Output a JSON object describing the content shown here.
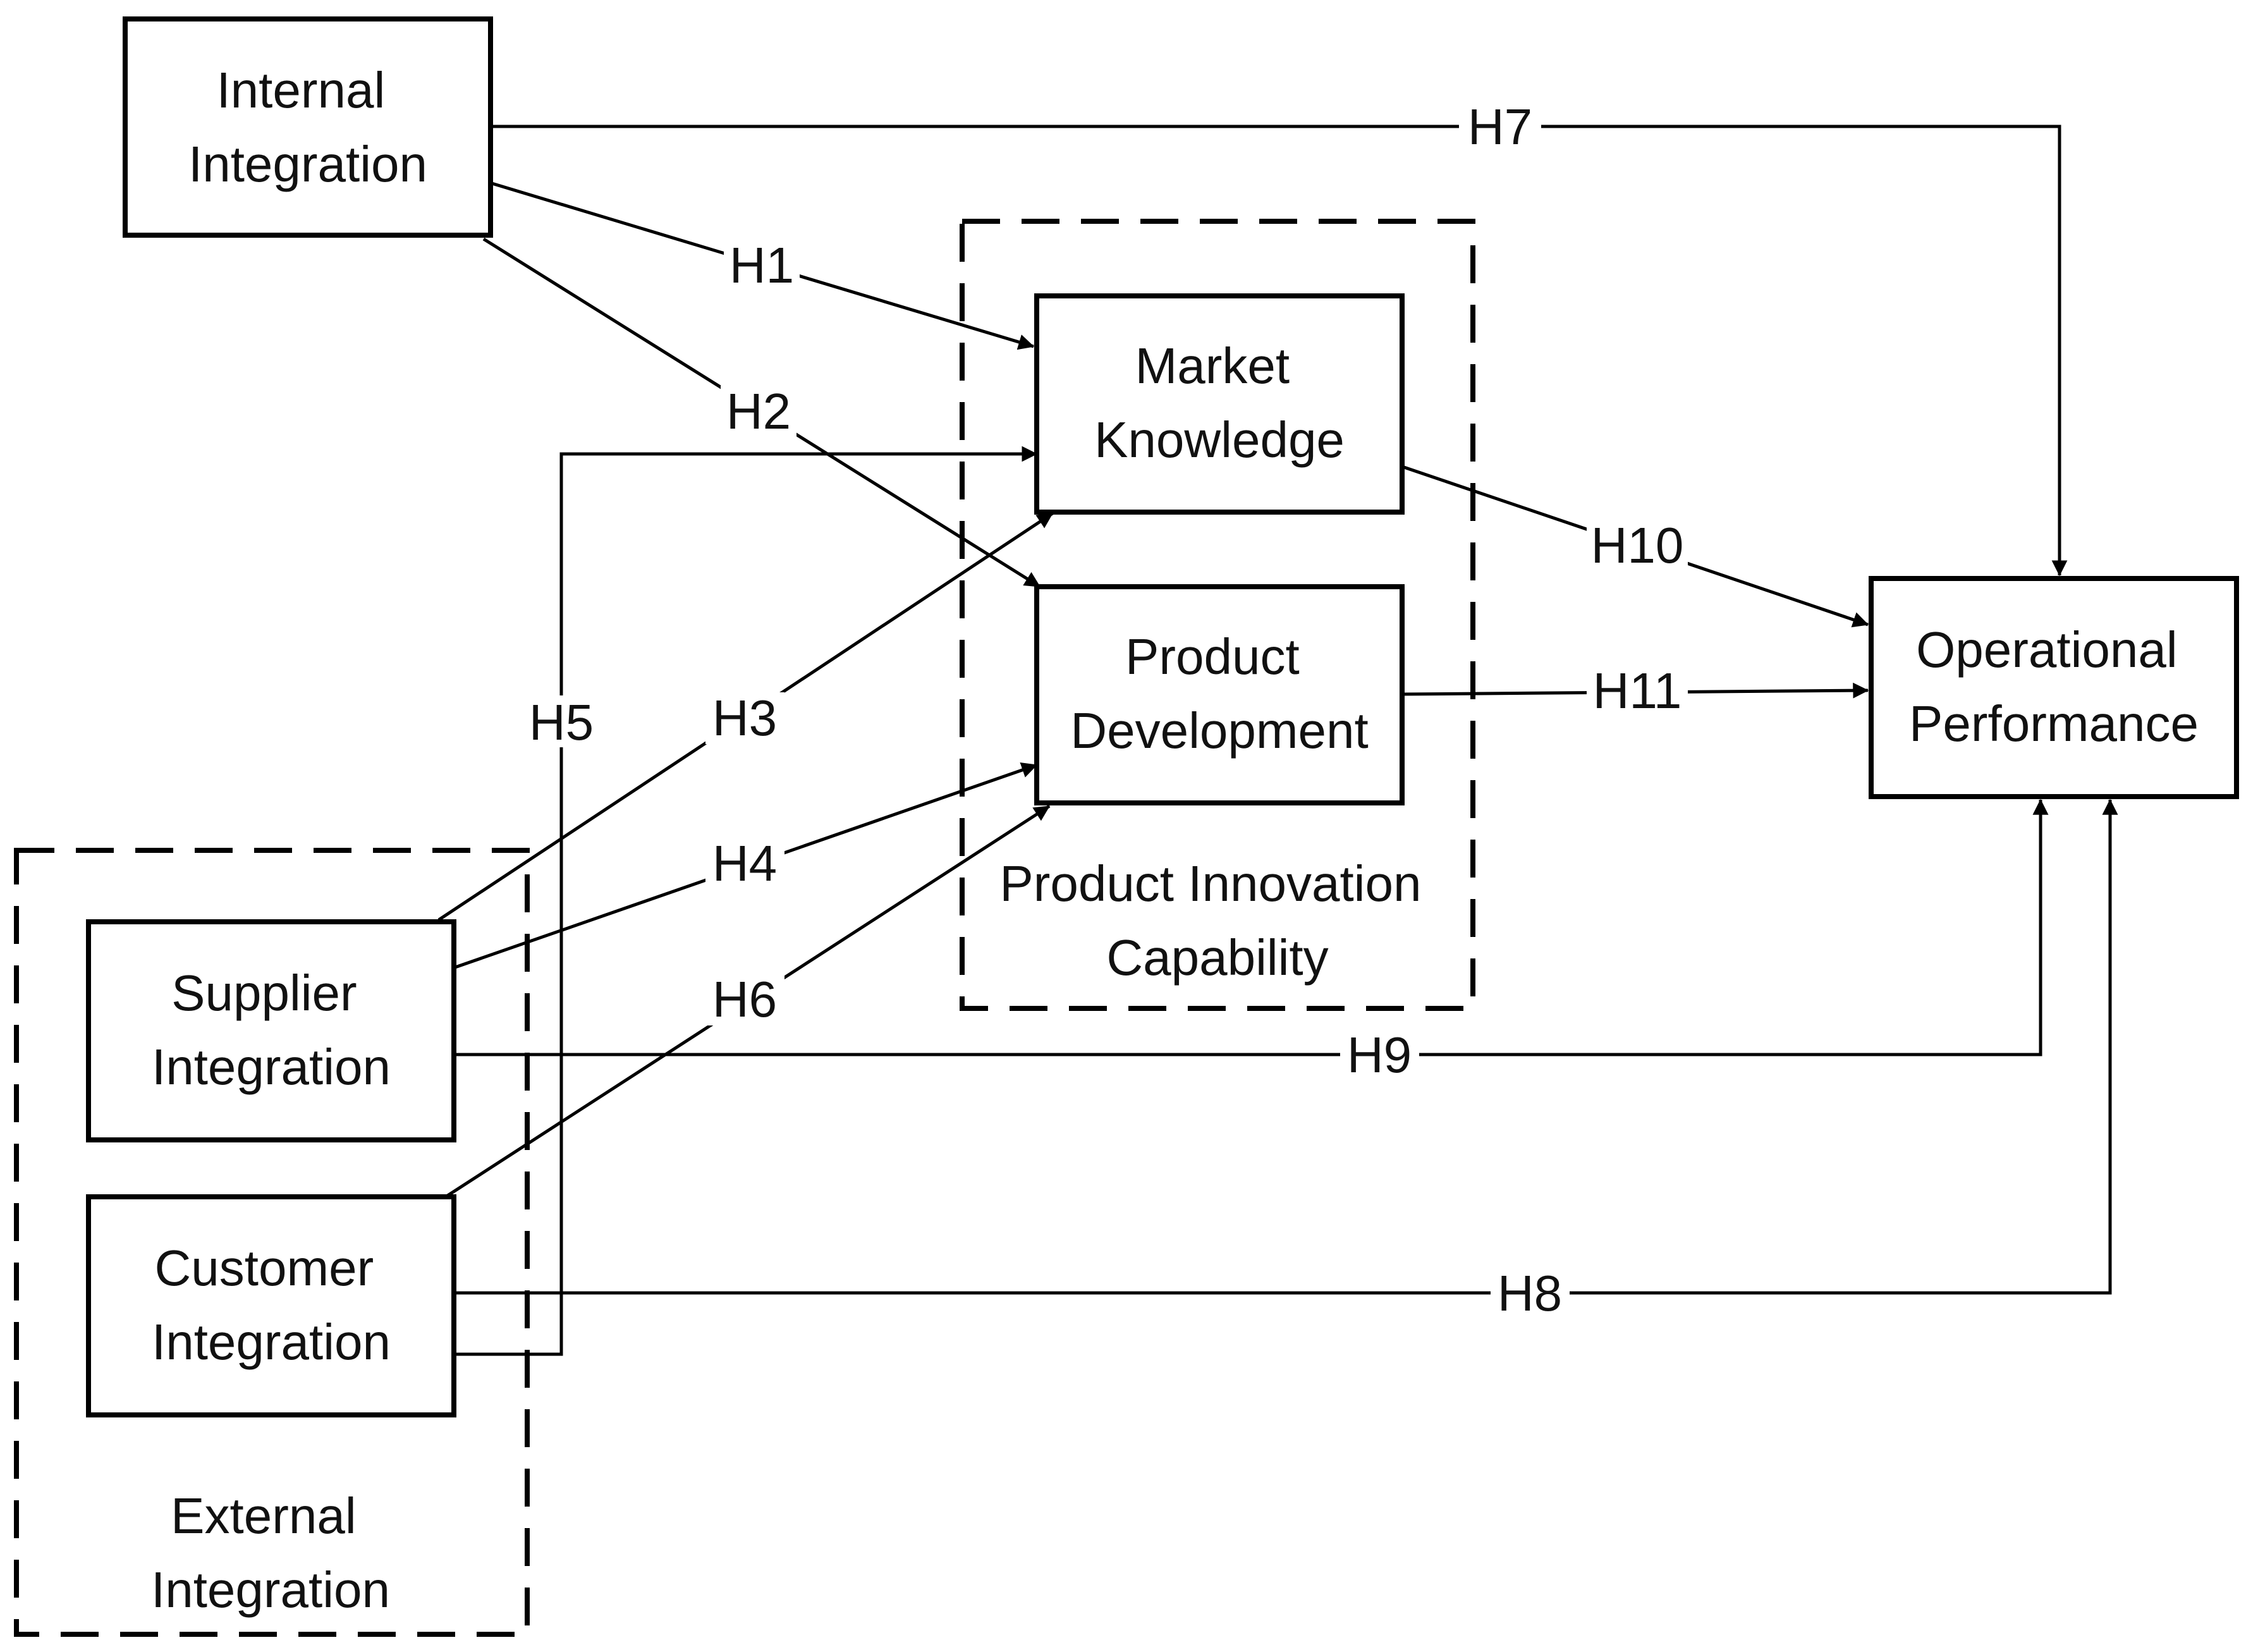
{
  "nodes": {
    "internal": {
      "lines": [
        "Internal",
        "Integration"
      ]
    },
    "market": {
      "lines": [
        "Market",
        "Knowledge"
      ]
    },
    "product": {
      "lines": [
        "Product",
        "Development"
      ]
    },
    "operational": {
      "lines": [
        "Operational",
        "Performance"
      ]
    },
    "supplier": {
      "lines": [
        "Supplier",
        "Integration"
      ]
    },
    "customer": {
      "lines": [
        "Customer",
        "Integration"
      ]
    }
  },
  "groups": {
    "pic": {
      "lines": [
        "Product Innovation",
        "Capability"
      ]
    },
    "external": {
      "lines": [
        "External",
        "Integration"
      ]
    }
  },
  "hypotheses": {
    "h1": "H1",
    "h2": "H2",
    "h3": "H3",
    "h4": "H4",
    "h5": "H5",
    "h6": "H6",
    "h7": "H7",
    "h8": "H8",
    "h9": "H9",
    "h10": "H10",
    "h11": "H11"
  }
}
